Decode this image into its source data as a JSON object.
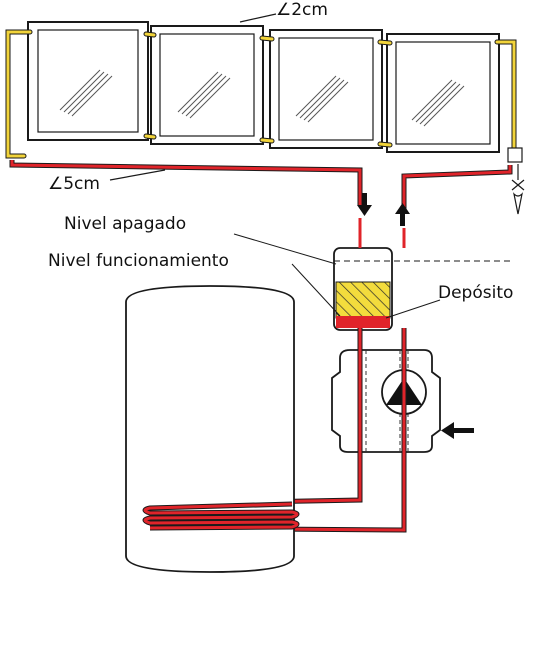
{
  "labels": {
    "pipe_slope_top": "∠2cm",
    "pipe_slope_bottom": "∠5cm",
    "level_off": "Nivel apagado",
    "level_running": "Nivel funcionamiento",
    "tank": "Depósito"
  },
  "panels": [
    {
      "id": "panel-1"
    },
    {
      "id": "panel-2"
    },
    {
      "id": "panel-3"
    },
    {
      "id": "panel-4"
    }
  ],
  "colors": {
    "hot_pipe": "#e0242a",
    "cold_pipe_yellow": "#f2d43a",
    "outline": "#1a1a1a",
    "hatch_fill": "#f3dc3d"
  }
}
